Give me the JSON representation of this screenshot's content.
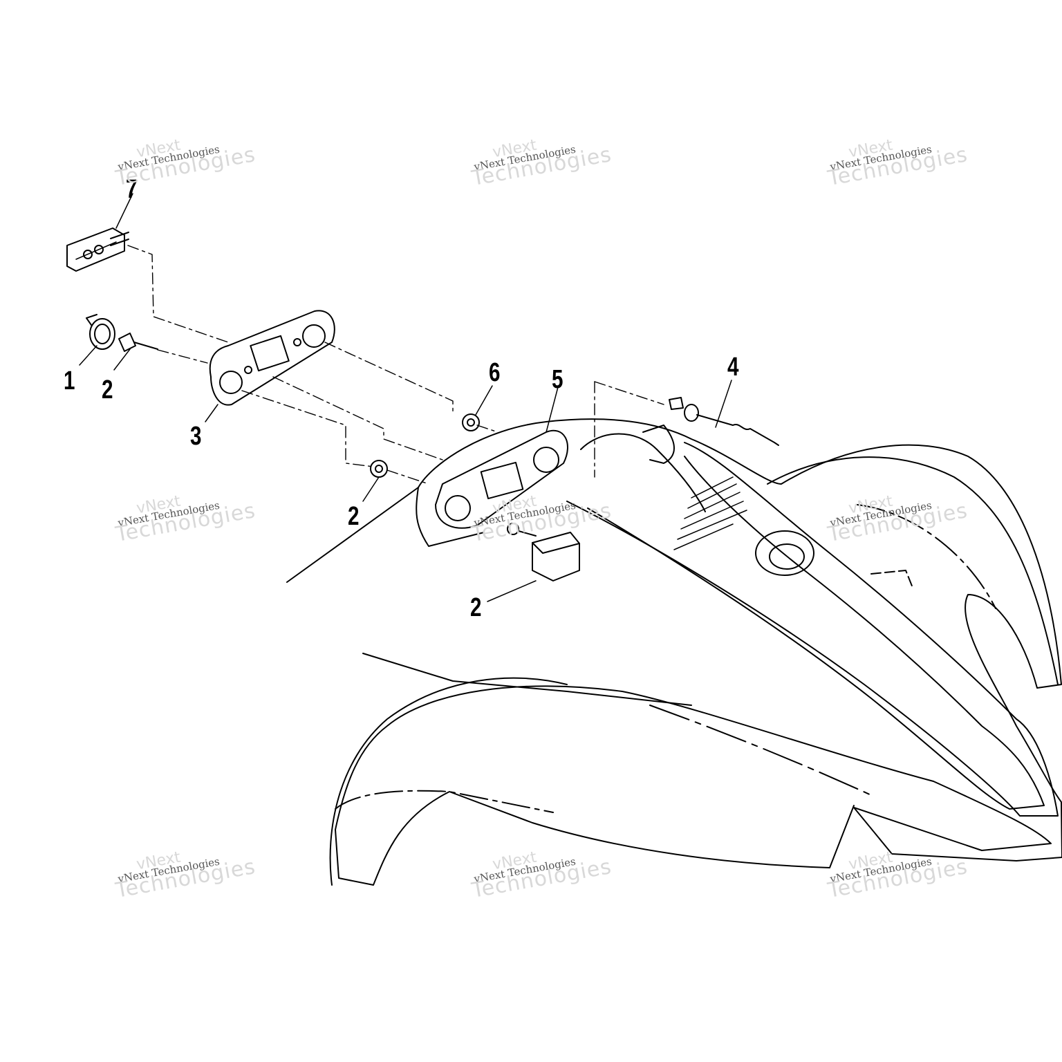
{
  "callouts": {
    "c7": "7",
    "c1": "1",
    "c2_left": "2",
    "c3": "3",
    "c6": "6",
    "c5": "5",
    "c4": "4",
    "c2_mid": "2",
    "c2_low": "2"
  },
  "watermark": {
    "line1": "vNext",
    "line2": "vNext Technologies",
    "line3": "Technologies"
  },
  "colors": {
    "line": "#000000",
    "watermark": "#d8d8d8",
    "background": "#ffffff"
  }
}
